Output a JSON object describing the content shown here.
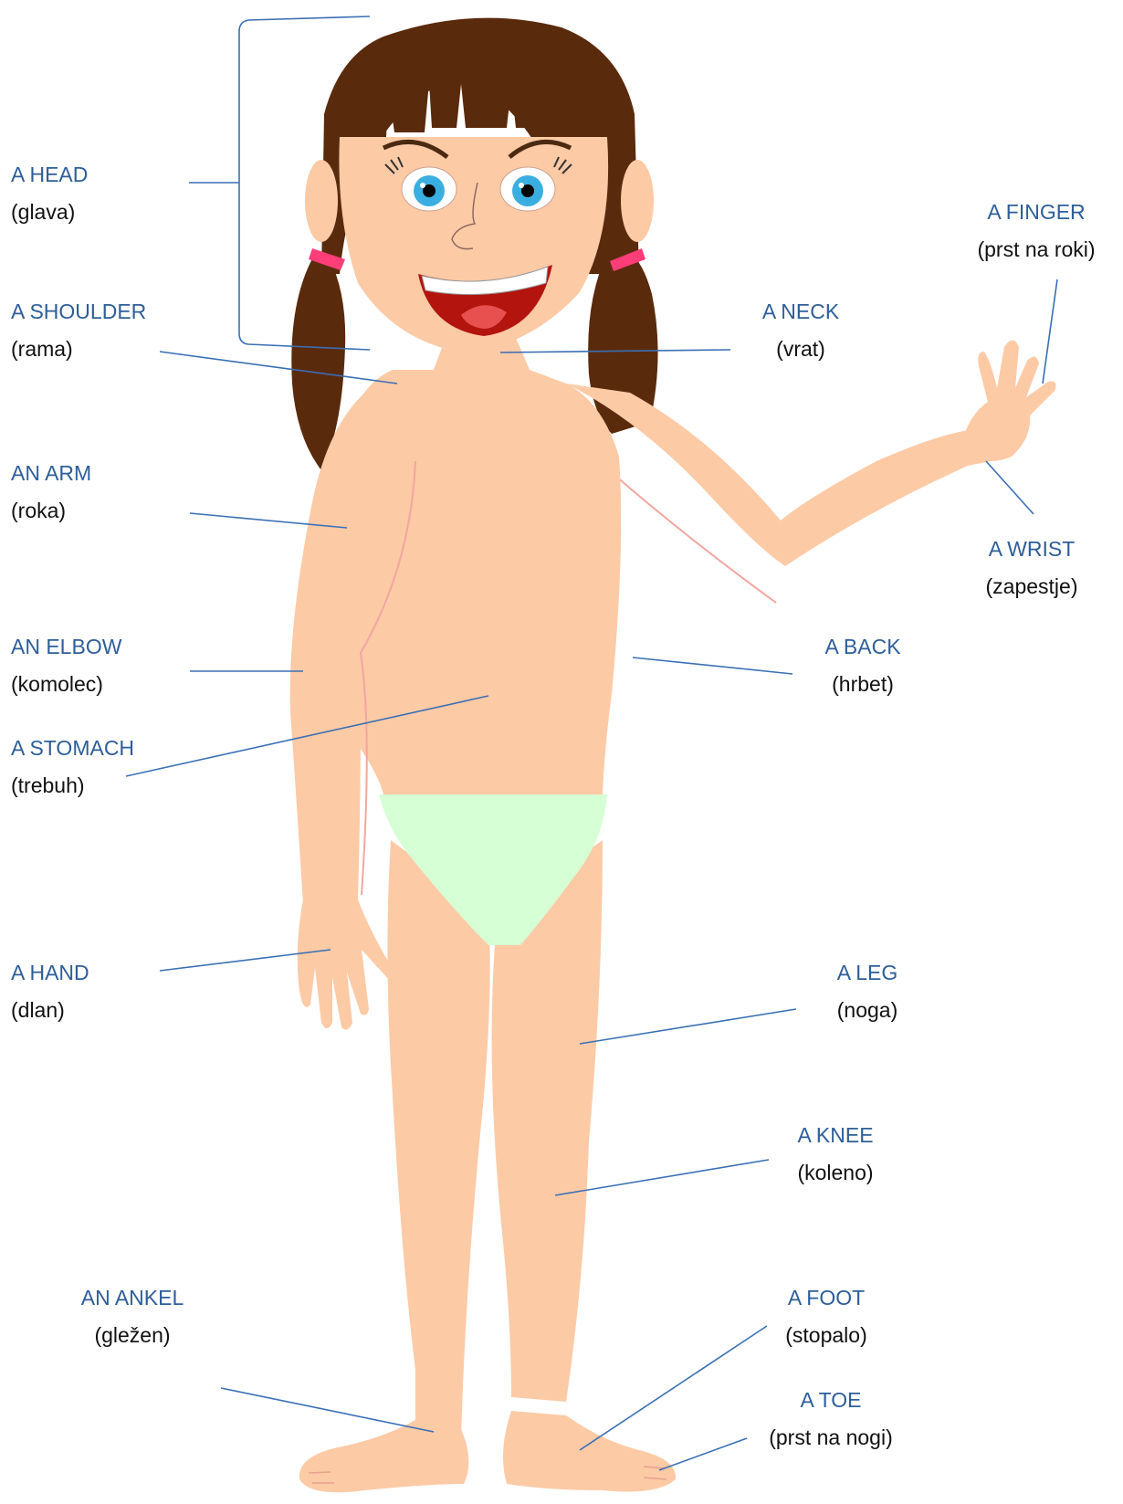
{
  "colors": {
    "skin": "#fdcaa6",
    "skin_line": "#f2a6a0",
    "hair": "#5a2a0c",
    "briefs": "#d6ffd5",
    "hair_tie": "#ff3d78",
    "eye_iris": "#3aaee0",
    "mouth": "#c0150f",
    "leader_line": "#3a6fb5",
    "label_en": "#2e5e99",
    "label_sl": "#111111"
  },
  "labels": {
    "head": {
      "en": "A HEAD",
      "sl": "(glava)"
    },
    "shoulder": {
      "en": "A SHOULDER",
      "sl": "(rama)"
    },
    "arm": {
      "en": "AN ARM",
      "sl": "(roka)"
    },
    "elbow": {
      "en": "AN ELBOW",
      "sl": "(komolec)"
    },
    "stomach": {
      "en": "A STOMACH",
      "sl": "(trebuh)"
    },
    "hand": {
      "en": "A HAND",
      "sl": "(dlan)"
    },
    "ankle": {
      "en": "AN ANKEL",
      "sl": "(gležen)"
    },
    "finger": {
      "en": "A FINGER",
      "sl": "(prst na roki)"
    },
    "neck": {
      "en": "A NECK",
      "sl": "(vrat)"
    },
    "wrist": {
      "en": "A WRIST",
      "sl": "(zapestje)"
    },
    "back": {
      "en": "A BACK",
      "sl": "(hrbet)"
    },
    "leg": {
      "en": "A LEG",
      "sl": "(noga)"
    },
    "knee": {
      "en": "A KNEE",
      "sl": "(koleno)"
    },
    "foot": {
      "en": "A FOOT",
      "sl": "(stopalo)"
    },
    "toe": {
      "en": "A TOE",
      "sl": "(prst na nogi)"
    }
  }
}
